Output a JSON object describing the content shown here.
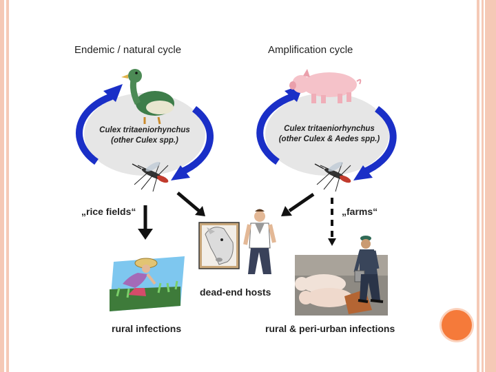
{
  "titles": {
    "left_cycle": "Endemic / natural cycle",
    "right_cycle": "Amplification cycle"
  },
  "cycles": {
    "left": {
      "line1": "Culex tritaeniorhynchus",
      "line2": "(other Culex spp.)"
    },
    "right": {
      "line1": "Culex tritaeniorhynchus",
      "line2": "(other Culex & Aedes spp.)"
    }
  },
  "labels": {
    "rice_fields": "„rice fields“",
    "farms": "„farms“",
    "dead_end_hosts": "dead-end hosts",
    "rural_infections": "rural infections",
    "rural_periurban": "rural & peri-urban infections"
  },
  "icons": [
    "duck-icon",
    "pig-icon",
    "mosquito-icon",
    "horse-icon",
    "man-icon",
    "rice-farmer-icon",
    "pigs-icon",
    "farmer-icon"
  ],
  "colors": {
    "cycle_arrow": "#1a2fc7",
    "cycle_bg": "#e6e6e6",
    "accent": "#f57a3a",
    "border": "#f5c9b6"
  }
}
